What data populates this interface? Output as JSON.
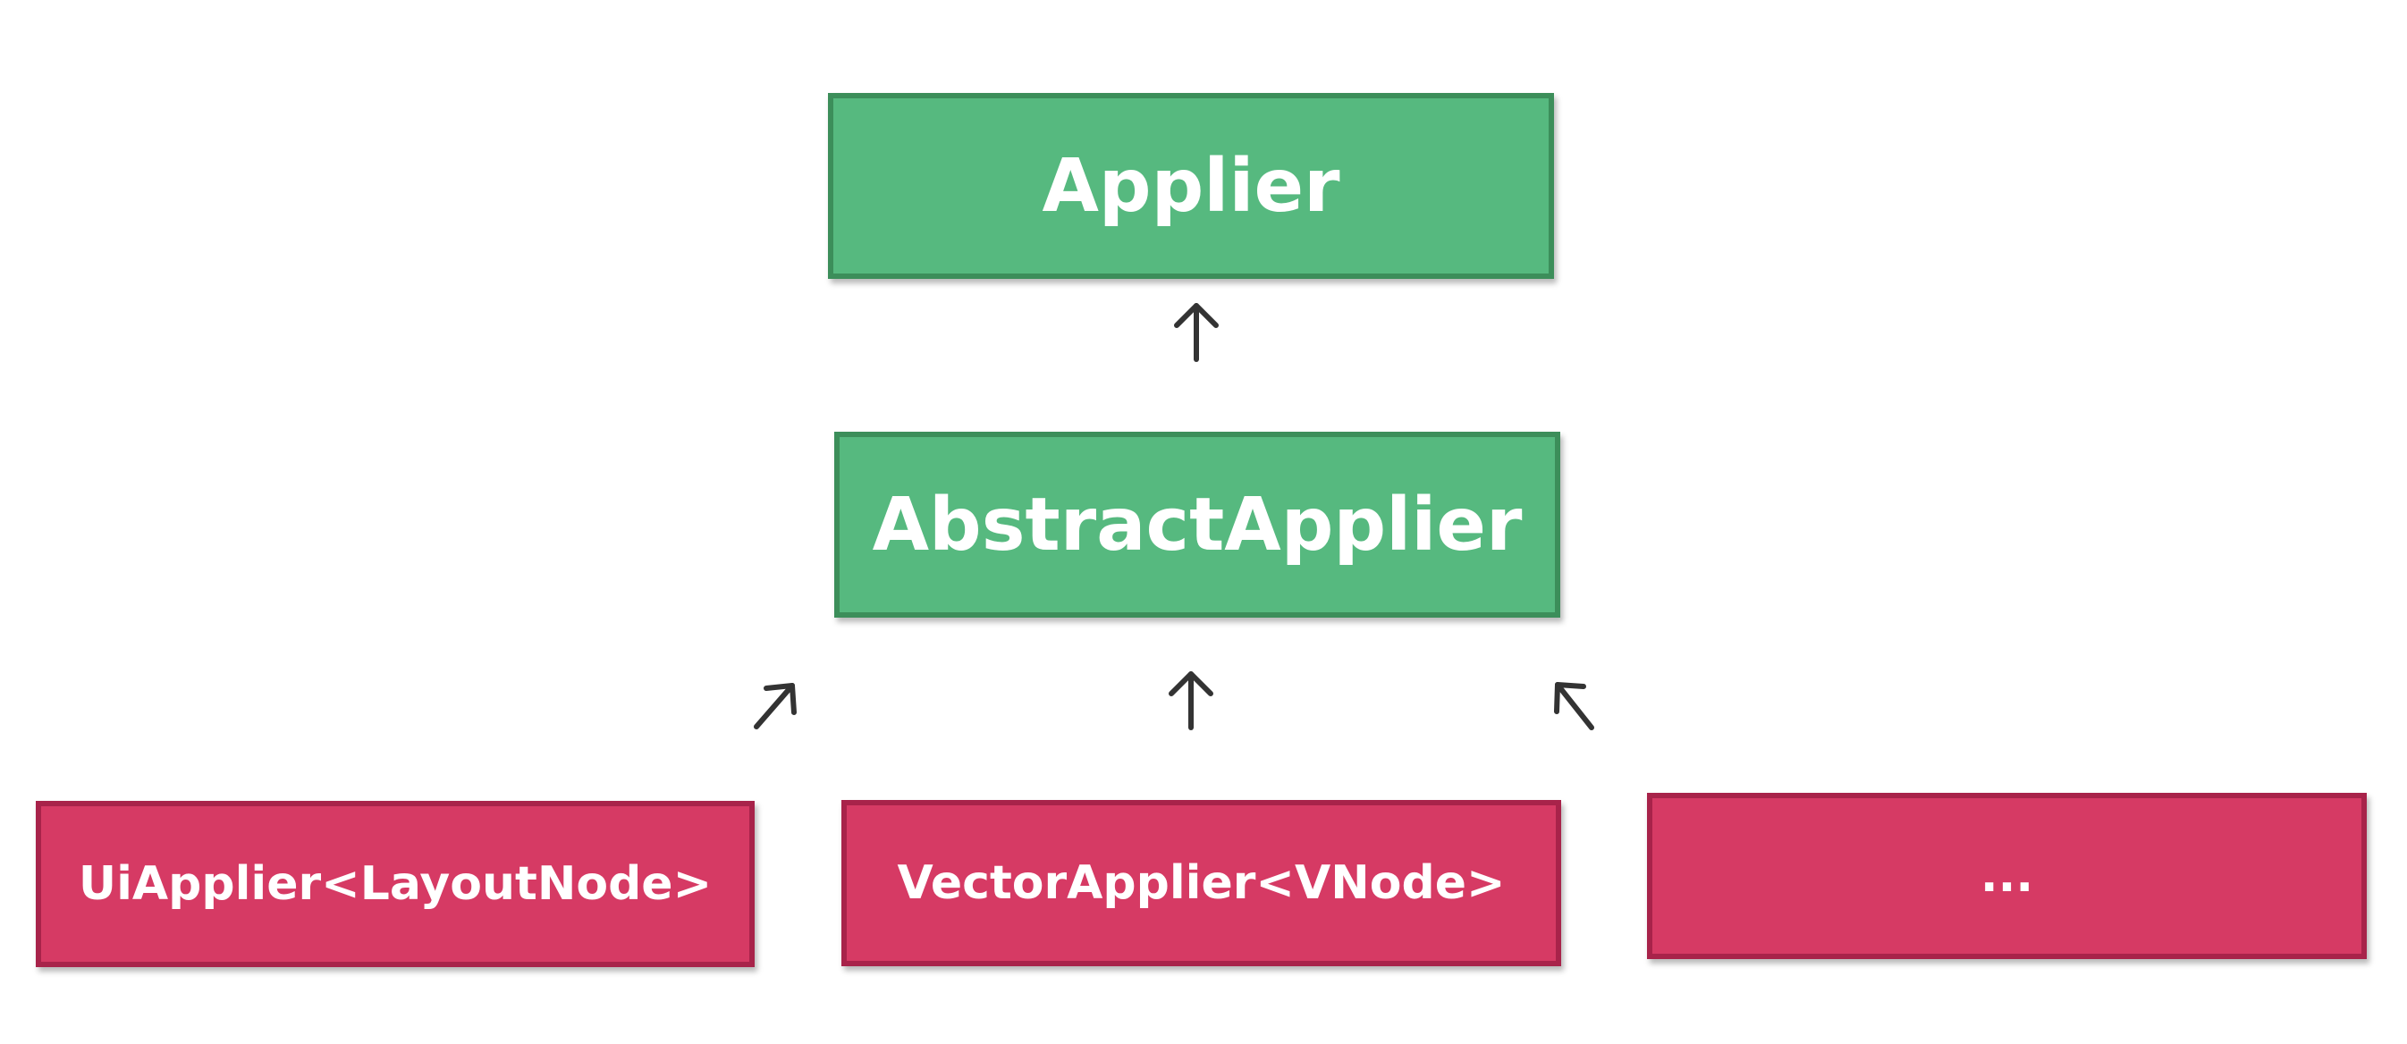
{
  "diagram": {
    "nodes": [
      {
        "id": "applier",
        "label": "Applier",
        "color": "#56b97f"
      },
      {
        "id": "abstract_applier",
        "label": "AbstractApplier",
        "color": "#56b97f"
      },
      {
        "id": "ui_applier",
        "label": "UiApplier<LayoutNode>",
        "color": "#d63a64"
      },
      {
        "id": "vector_applier",
        "label": "VectorApplier<VNode>",
        "color": "#d63a64"
      },
      {
        "id": "more",
        "label": "...",
        "color": "#d63a64"
      }
    ],
    "edges": [
      {
        "from": "abstract_applier",
        "to": "applier"
      },
      {
        "from": "ui_applier",
        "to": "abstract_applier"
      },
      {
        "from": "vector_applier",
        "to": "abstract_applier"
      },
      {
        "from": "more",
        "to": "abstract_applier"
      }
    ],
    "arrow_color": "#333333"
  }
}
